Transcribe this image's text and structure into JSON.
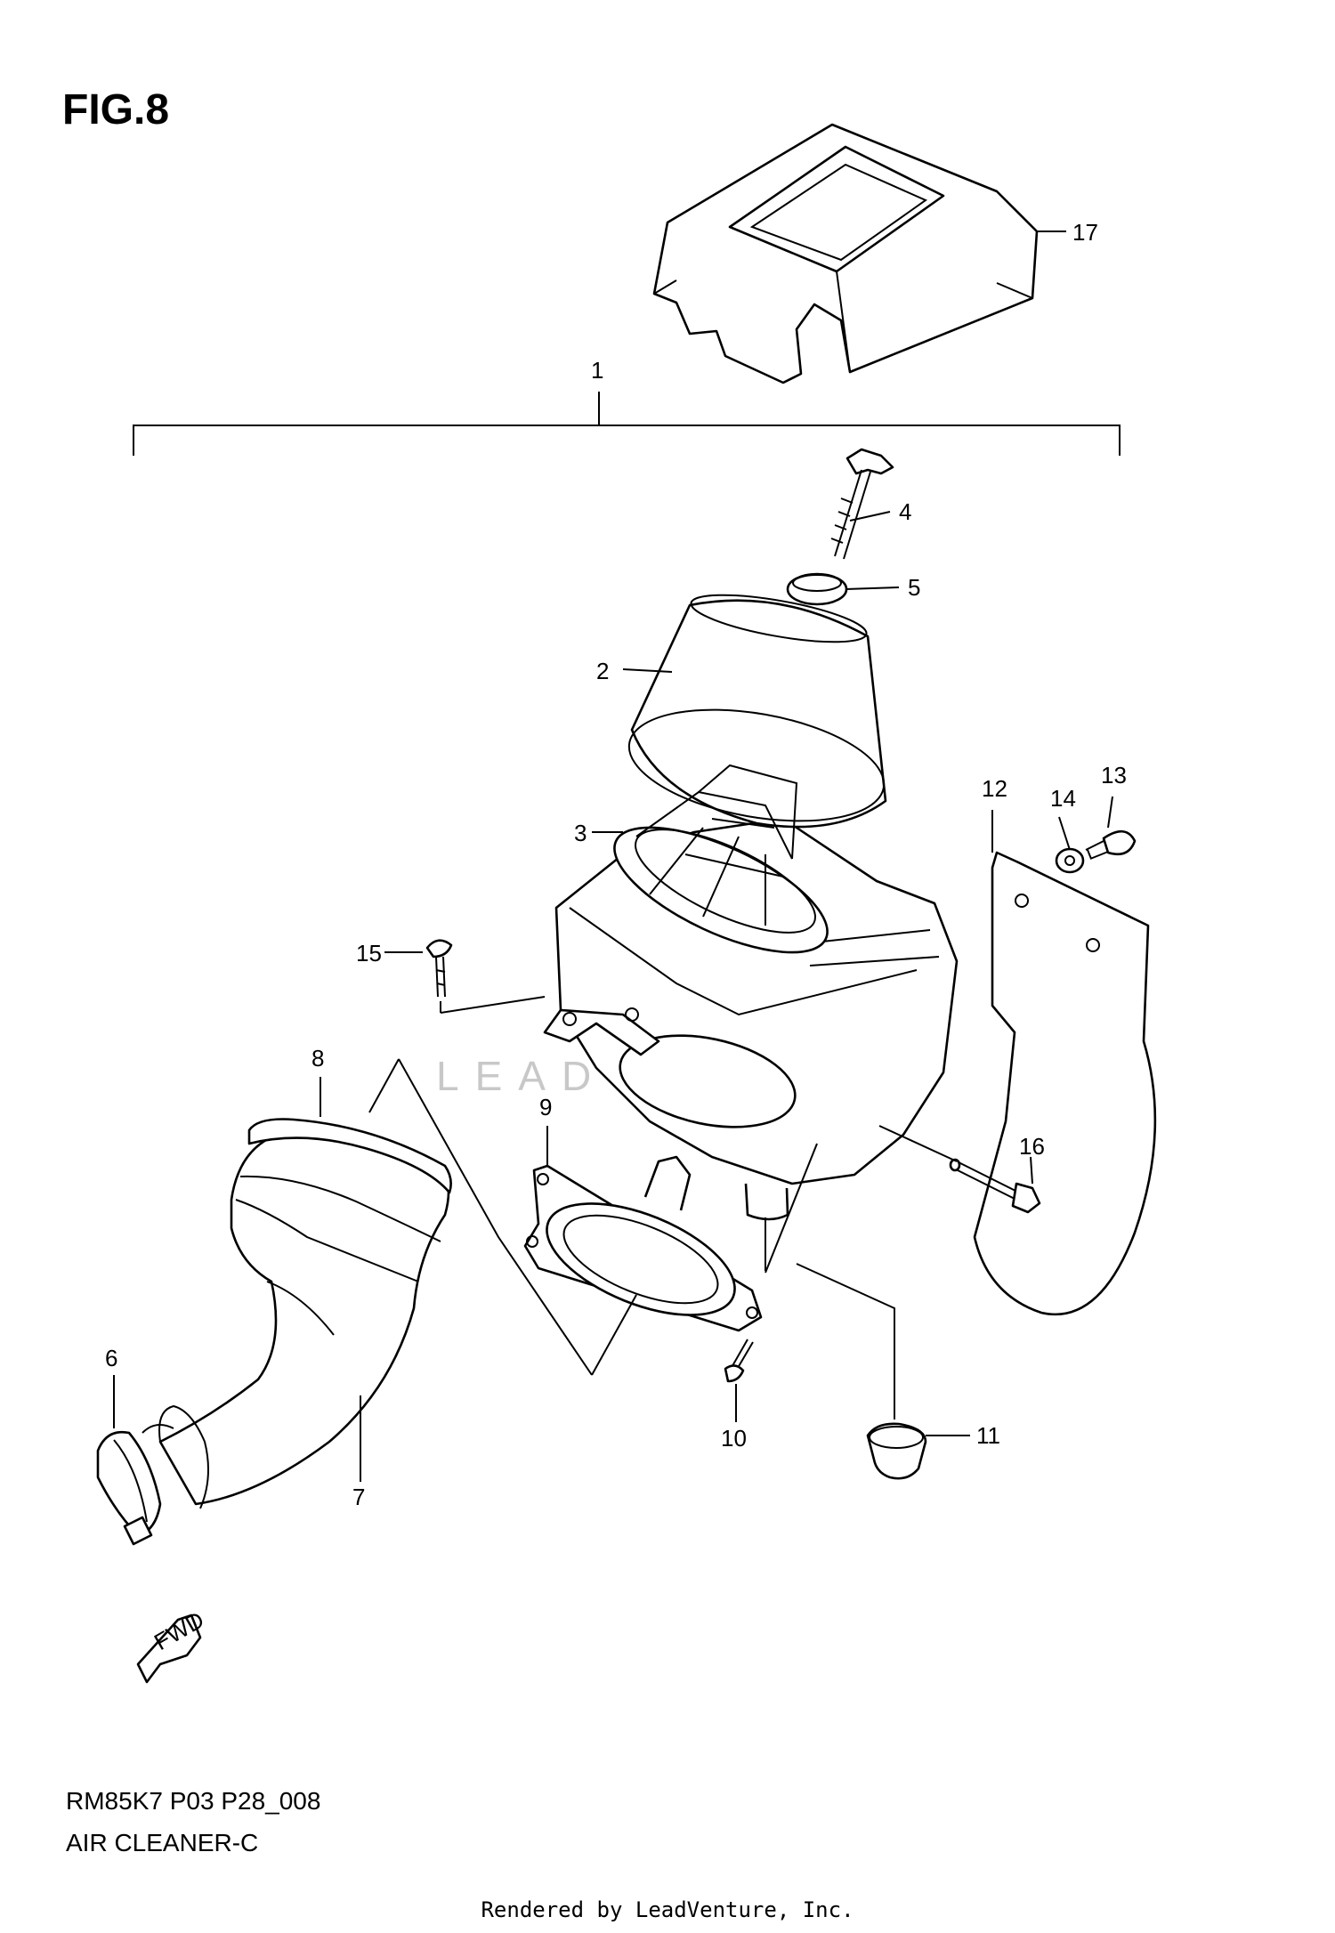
{
  "figure": {
    "title": "FIG.8",
    "model_code": "RM85K7 P03 P28_008",
    "assembly_name": "AIR CLEANER-C",
    "footer": "Rendered by LeadVenture, Inc.",
    "watermark": "LEADVENTURE",
    "fwd_label": "FWD"
  },
  "callouts": [
    "1",
    "2",
    "3",
    "4",
    "5",
    "6",
    "7",
    "8",
    "9",
    "10",
    "11",
    "12",
    "13",
    "14",
    "15",
    "16",
    "17"
  ]
}
